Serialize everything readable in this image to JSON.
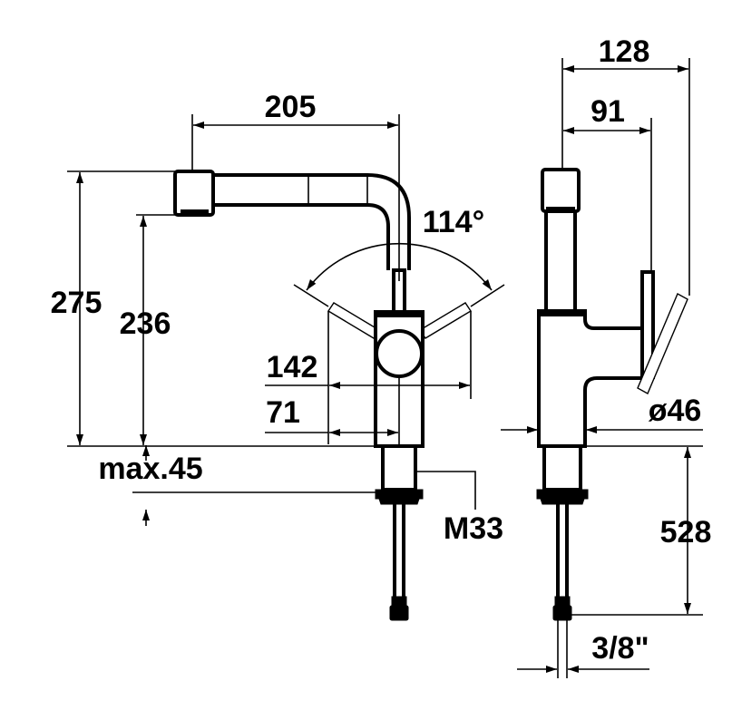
{
  "dimensions": {
    "d205": "205",
    "d275": "275",
    "d236": "236",
    "d114": "114°",
    "d142": "142",
    "d71": "71",
    "dmax45": "max.45",
    "dm33": "M33",
    "d128": "128",
    "d91": "91",
    "d46": "ø46",
    "d528": "528",
    "d38": "3/8\""
  },
  "colors": {
    "line": "#000000",
    "background": "#ffffff"
  }
}
